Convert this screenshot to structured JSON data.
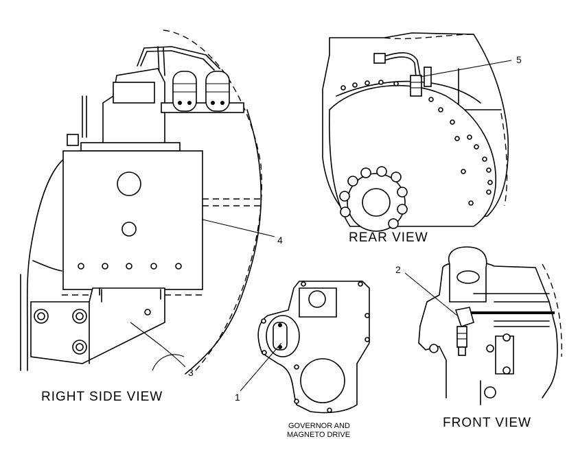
{
  "views": {
    "right_side": "RIGHT SIDE VIEW",
    "rear": "REAR VIEW",
    "front": "FRONT VIEW",
    "governor_line1": "GOVERNOR AND",
    "governor_line2": "MAGNETO DRIVE"
  },
  "callouts": {
    "c1": "1",
    "c2": "2",
    "c3": "3",
    "c4": "4",
    "c5": "5"
  }
}
